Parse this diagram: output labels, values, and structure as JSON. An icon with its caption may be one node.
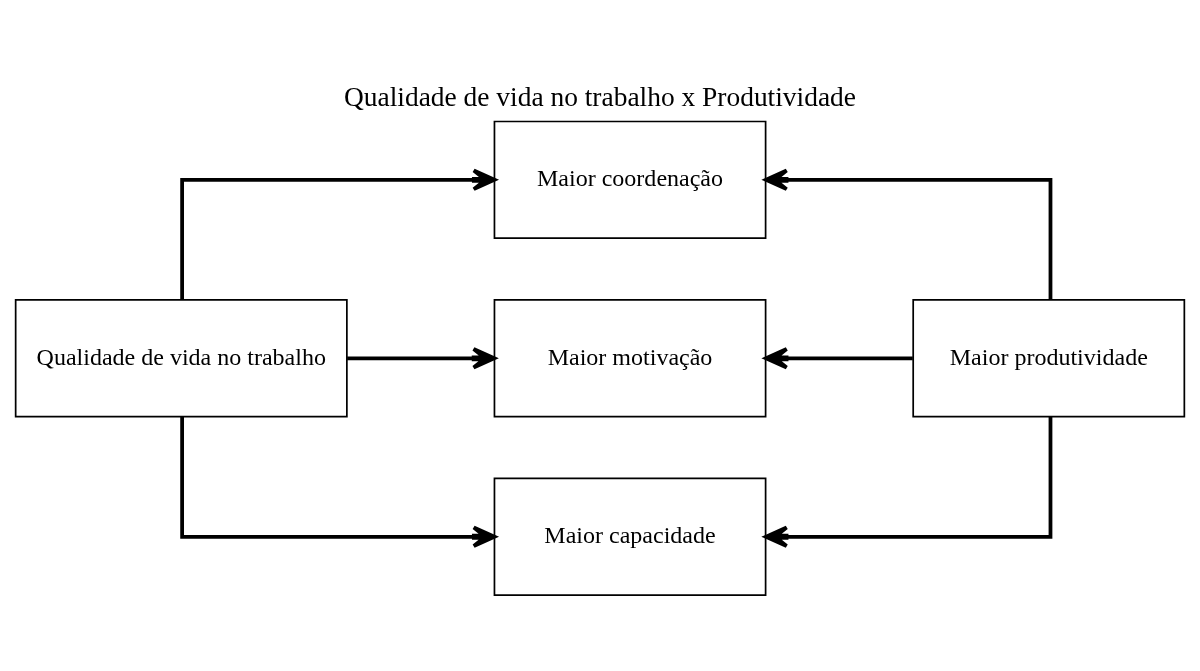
{
  "diagram": {
    "title": "Qualidade de vida no trabalho x Produtividade",
    "nodes": [
      {
        "text": [
          "Qualidade de vida no trabalho"
        ]
      },
      {
        "text": [
          "Maior coordenação"
        ]
      },
      {
        "text": [
          "Maior motivação"
        ]
      },
      {
        "text": [
          "Maior capacidade"
        ]
      },
      {
        "text": [
          "Maior produtividade"
        ]
      }
    ],
    "edges": [
      {
        "from": 0,
        "to": 1,
        "arrow": "to"
      },
      {
        "from": 0,
        "to": 2,
        "arrow": "to"
      },
      {
        "from": 0,
        "to": 3,
        "arrow": "to"
      },
      {
        "from": 4,
        "to": 1,
        "arrow": "to"
      },
      {
        "from": 4,
        "to": 2,
        "arrow": "to"
      },
      {
        "from": 4,
        "to": 3,
        "arrow": "to"
      }
    ]
  }
}
